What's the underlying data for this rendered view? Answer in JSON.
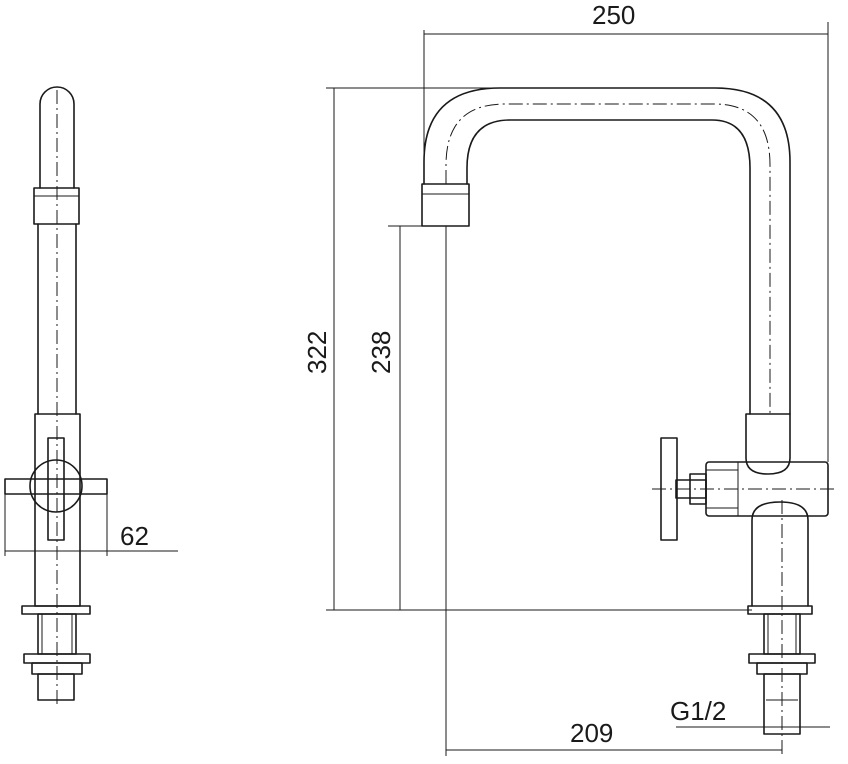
{
  "dimensions": {
    "overall_width": "250",
    "overall_height": "322",
    "spout_height": "238",
    "handle_offset": "62",
    "spout_reach": "209",
    "thread": "G1/2"
  }
}
